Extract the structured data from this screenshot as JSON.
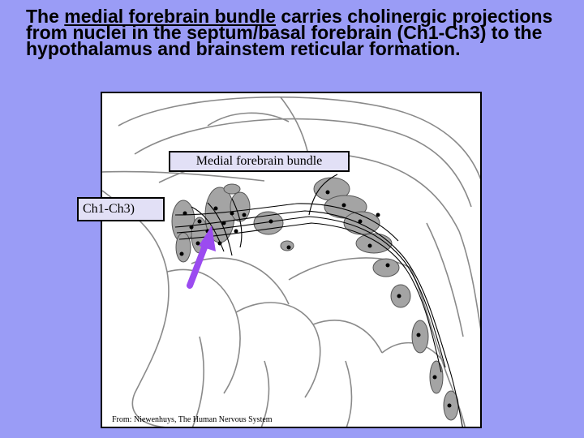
{
  "slide": {
    "title_pre": "The ",
    "title_underlined": "medial forebrain bundle",
    "title_post": " carries cholinergic projections from nuclei in the septum/basal forebrain (Ch1-Ch3) to the hypothalamus and brainstem reticular formation."
  },
  "figure": {
    "label_mfb": "Medial forebrain bundle",
    "label_nuclei": "Ch1-Ch3)",
    "credit": "From: Niewenhuys, The Human Nervous System"
  },
  "colors": {
    "background": "#9a9cf6",
    "label_fill": "#e2e0f6",
    "arrow": "#9b4bf0"
  }
}
